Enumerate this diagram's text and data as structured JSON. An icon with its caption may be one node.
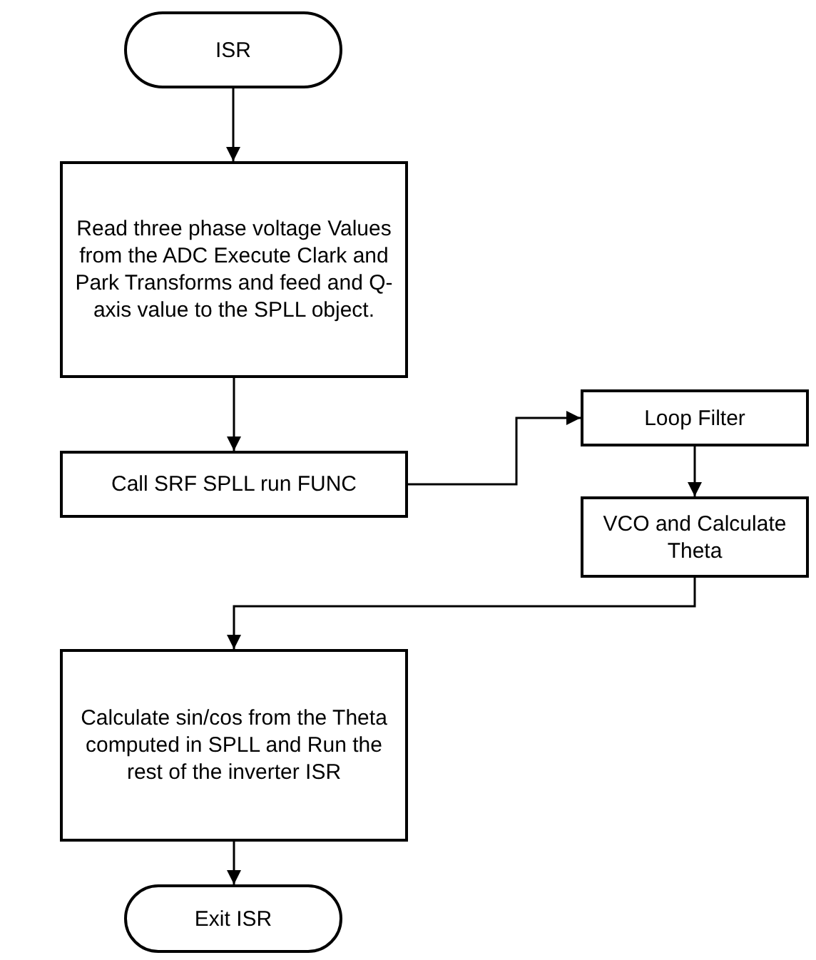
{
  "diagram": {
    "nodes": [
      {
        "text": [
          "ISR"
        ]
      },
      {
        "text": [
          "Read three phase voltage Values from the ADC Execute Clark and Park Transforms and feed and Q-axis value to the SPLL object."
        ]
      },
      {
        "text": [
          "Call SRF SPLL run FUNC"
        ]
      },
      {
        "text": [
          "Loop Filter"
        ]
      },
      {
        "text": [
          "VCO and Calculate Theta"
        ]
      },
      {
        "text": [
          "Calculate sin/cos from the Theta computed in SPLL and Run the rest of the inverter ISR"
        ]
      },
      {
        "text": [
          "Exit ISR"
        ]
      }
    ],
    "edges": [
      {
        "from": 0,
        "to": 1,
        "arrow": "to"
      },
      {
        "from": 1,
        "to": 2,
        "arrow": "to"
      },
      {
        "from": 2,
        "to": 3,
        "arrow": "to"
      },
      {
        "from": 3,
        "to": 4,
        "arrow": "to"
      },
      {
        "from": 4,
        "to": 5,
        "arrow": "to"
      },
      {
        "from": 5,
        "to": 6,
        "arrow": "to"
      }
    ]
  }
}
